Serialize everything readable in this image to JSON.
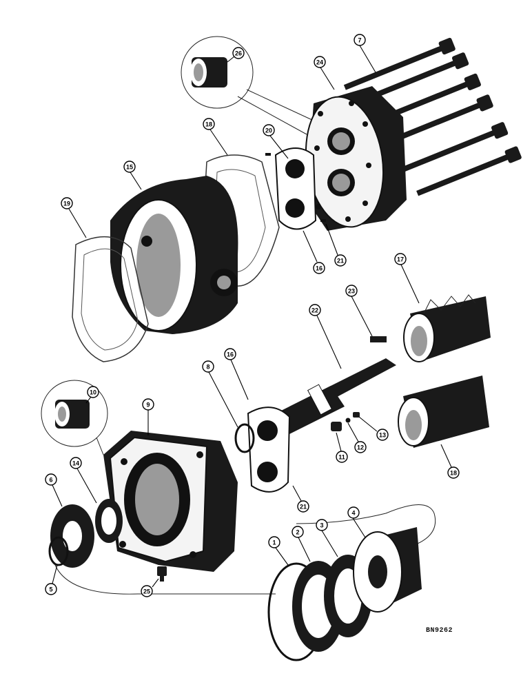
{
  "drawing_code": "BN9262",
  "callouts": [
    "1",
    "2",
    "3",
    "4",
    "5",
    "6",
    "7",
    "8",
    "9",
    "10",
    "11",
    "12",
    "13",
    "14",
    "15",
    "16",
    "16",
    "17",
    "18",
    "18",
    "19",
    "20",
    "21",
    "21",
    "22",
    "23",
    "24",
    "25",
    "26"
  ]
}
